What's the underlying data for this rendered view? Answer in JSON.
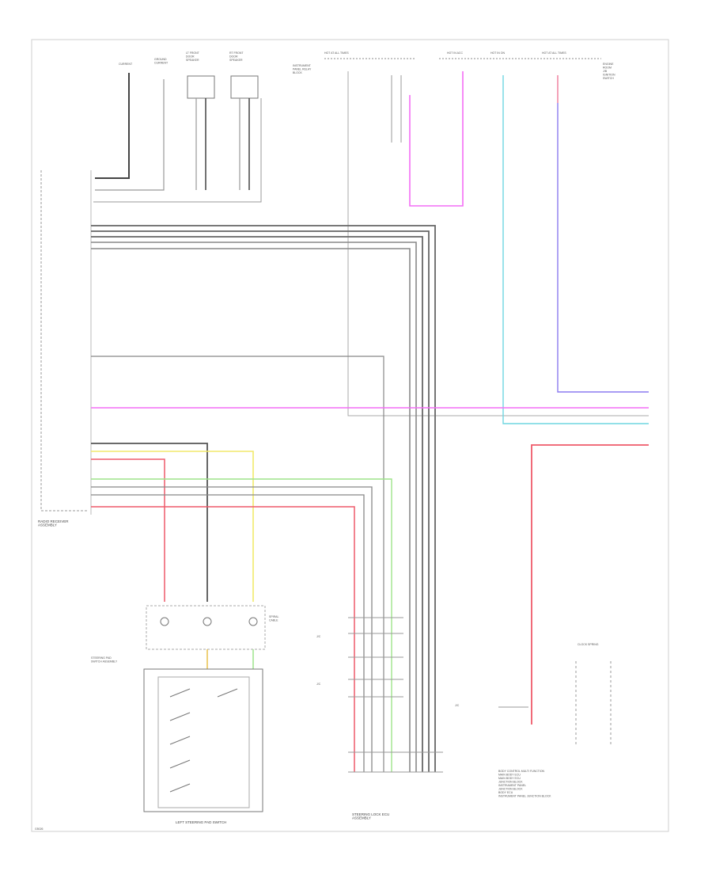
{
  "diagram": {
    "footer_code": "G5026",
    "labels": {
      "top_left_1": "CURRENT",
      "top_left_2": "GROUND\nCURRENT",
      "top_left_3": "LT FRONT\nDOOR\nSPEAKER",
      "top_left_4": "RT FRONT\nDOOR\nSPEAKER",
      "top_mid": "HOT AT ALL TIMES",
      "top_mid_sub": "INSTRUMENT\nPANEL RELAY\nBLOCK",
      "top_r1": "HOT IN ACC",
      "top_r2": "HOT IN ON",
      "top_r3": "HOT AT ALL TIMES",
      "right_note": "ENGINE\nROOM\nJ/B\nIGNITION\nSWITCH",
      "radio": "RADIO RECEIVER\nASSEMBLY",
      "steering_pad": "STEERING PAD\nSWITCH ASSEMBLY",
      "spiral": "SPIRAL\nCABLE",
      "left_steering_pad": "LEFT STEERING PAD SWITCH",
      "steering_lock": "STEERING LOCK ECU\nASSEMBLY",
      "clock": "CLOCK SPRING",
      "block_note": "BODY CONTROL MULTI FUNCTION\nMAIN BODY ECU\nMAIN BODY ECU\nJUNCTION BLOCK\nINSTRUMENT PANEL\nJUNCTION BLOCK\nBODY ECU\nINSTRUMENT PANEL JUNCTION BLOCK",
      "join_1": "J/C",
      "join_2": "J/C",
      "join_3": "J/C"
    }
  }
}
